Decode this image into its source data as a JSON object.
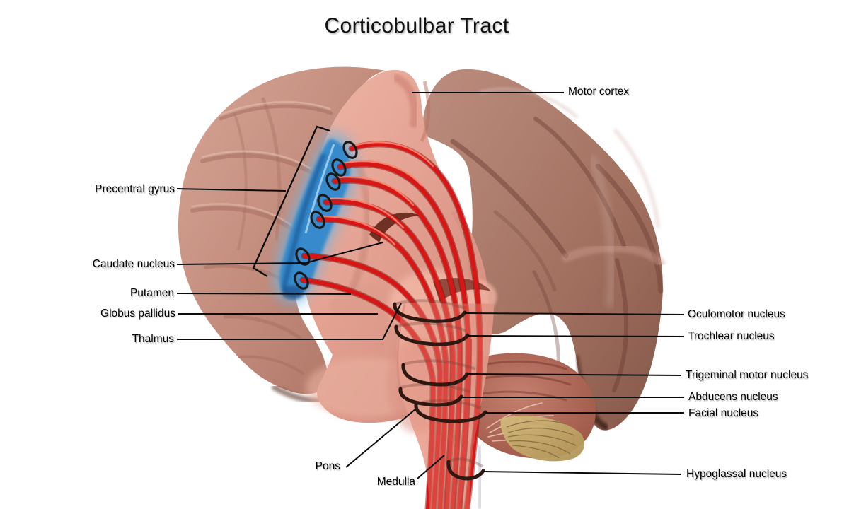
{
  "title": "Corticobulbar Tract",
  "labels": {
    "motor_cortex": "Motor cortex",
    "precentral_gyrus": "Precentral gyrus",
    "caudate_nucleus": "Caudate nucleus",
    "putamen": "Putamen",
    "globus_pallidus": "Globus pallidus",
    "thalmus": "Thalmus",
    "pons": "Pons",
    "medulla": "Medulla",
    "oculomotor_nucleus": "Oculomotor nucleus",
    "trochlear_nucleus": "Trochlear nucleus",
    "trigeminal_motor_nucleus": "Trigeminal motor nucleus",
    "abducens_nucleus": "Abducens nucleus",
    "facial_nucleus": "Facial nucleus",
    "hypoglassal_nucleus": "Hypoglassal nucleus"
  },
  "colors": {
    "background": "#ffffff",
    "tract_red": "#d81616",
    "tract_red_dark": "#7d0a06",
    "highlight_blue": "#2e86cb",
    "cortex_front": "#c79384",
    "cortex_back": "#a2705f",
    "medial_cut_pink": "#e3a192",
    "cerebellum": "#b4685c",
    "leader_line": "#0b0b0b",
    "label_text": "#000000"
  }
}
